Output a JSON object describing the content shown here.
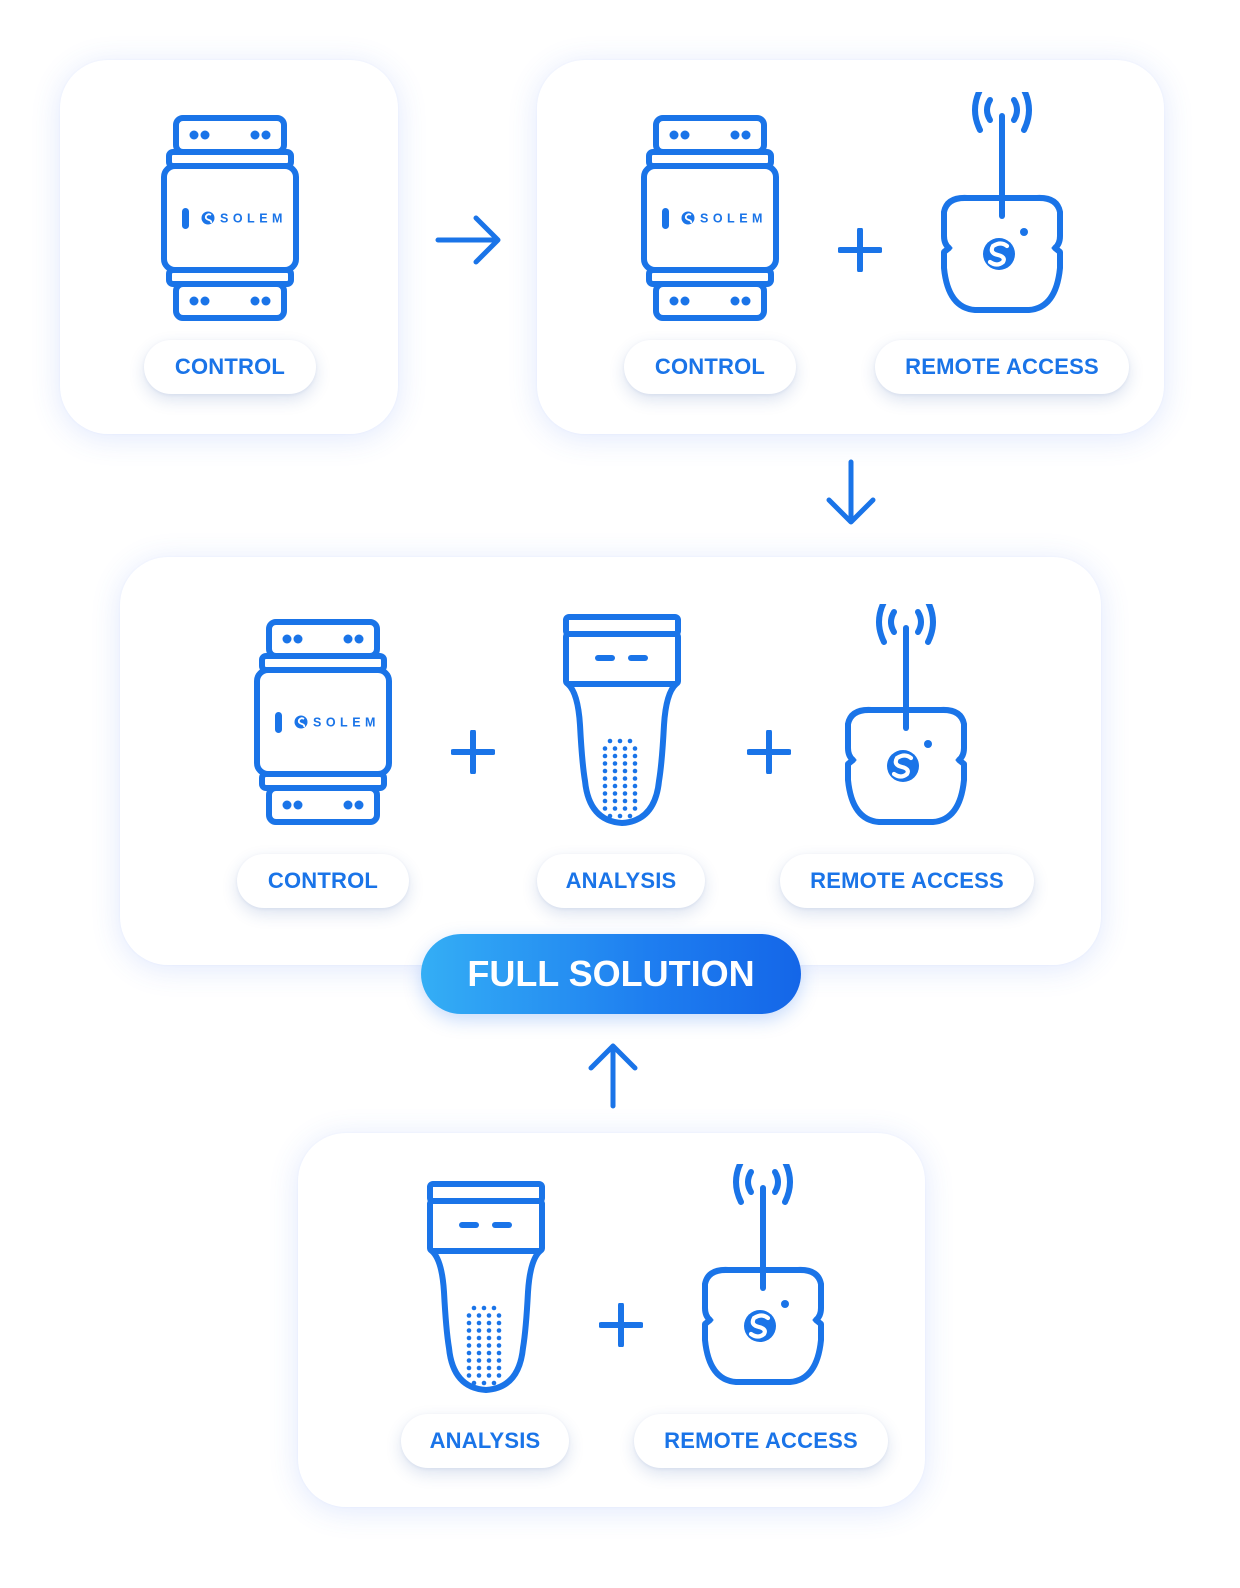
{
  "accent_color": "#1a74e8",
  "labels": {
    "control": "CONTROL",
    "analysis": "ANALYSIS",
    "remote_access": "REMOTE ACCESS",
    "full_solution": "FULL SOLUTION"
  },
  "brand": "SOLEM",
  "icons": [
    "controller-icon",
    "analysis-sensor-icon",
    "remote-access-icon",
    "plus-icon",
    "arrow-right-icon",
    "arrow-down-icon",
    "arrow-up-icon"
  ]
}
